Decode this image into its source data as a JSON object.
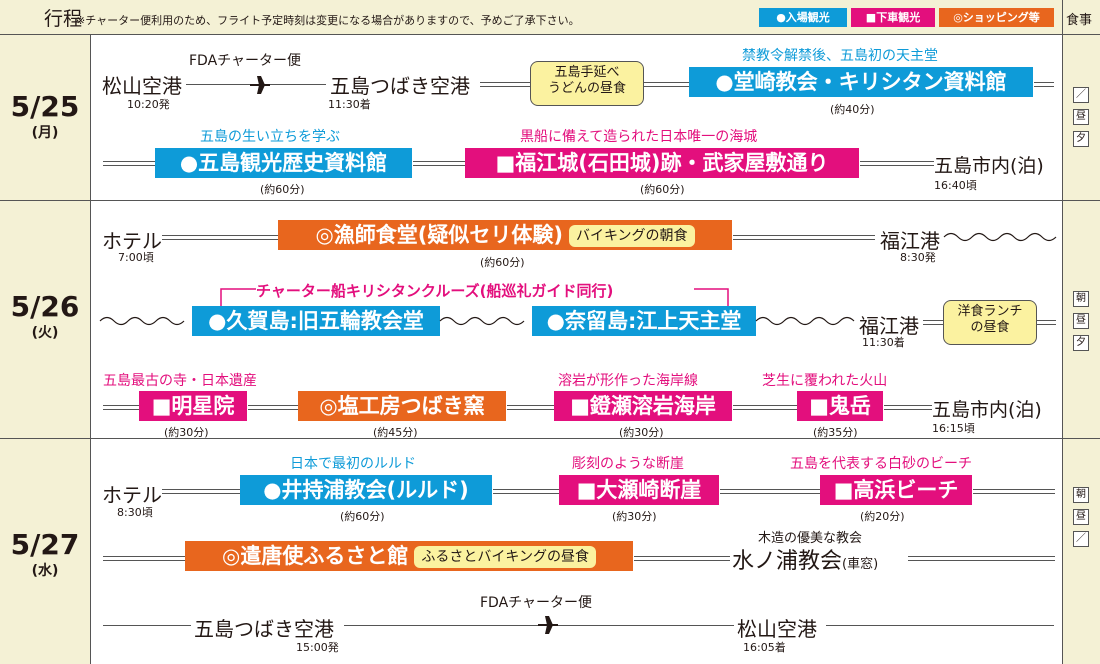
{
  "header": {
    "title": "行程",
    "note": "※チャーター便利用のため、フライト予定時刻は変更になる場合がありますので、予めご了承下さい。",
    "legend": [
      "●入場観光",
      "■下車観光",
      "◎ショッピング等"
    ],
    "meal_label": "食事"
  },
  "colors": {
    "entry": "#0e9bd8",
    "drive_by": "#e30f7d",
    "shopping": "#e8661e",
    "pill": "#fbf2a0",
    "panel": "#f4f1d5"
  },
  "days": [
    {
      "date": "5/25",
      "weekday": "(月)",
      "meals": [
        "／",
        "昼",
        "夕"
      ],
      "rows": [
        {
          "from": "松山空港",
          "from_time": "10:20発",
          "transport": "FDAチャーター便",
          "to": "五島つばき空港",
          "to_time": "11:30着",
          "lunch": "五島手延べ\nうどんの昼食",
          "caption": "禁教令解禁後、五島初の天主堂",
          "spot": "●堂崎教会・キリシタン資料館",
          "duration": "(約40分)"
        },
        {
          "caption1": "五島の生い立ちを学ぶ",
          "spot1": "●五島観光歴史資料館",
          "duration1": "(約60分)",
          "caption2": "黒船に備えて造られた日本唯一の海城",
          "spot2": "■福江城(石田城)跡・武家屋敷通り",
          "duration2": "(約60分)",
          "end": "五島市内(泊)",
          "end_time": "16:40頃"
        }
      ]
    },
    {
      "date": "5/26",
      "weekday": "(火)",
      "meals": [
        "朝",
        "昼",
        "夕"
      ],
      "rows": [
        {
          "from": "ホテル",
          "from_time": "7:00頃",
          "spot": "◎漁師食堂(疑似セリ体験)",
          "spot_pill": "バイキングの朝食",
          "duration": "(約60分)",
          "to": "福江港",
          "to_time": "8:30発"
        },
        {
          "cruise": "チャーター船キリシタンクルーズ(船巡礼ガイド同行)",
          "spot1": "●久賀島:旧五輪教会堂",
          "spot2": "●奈留島:江上天主堂",
          "to": "福江港",
          "to_time": "11:30着",
          "lunch": "洋食ランチ\nの昼食"
        },
        {
          "caption1": "五島最古の寺・日本遺産",
          "spot1": "■明星院",
          "duration1": "(約30分)",
          "spot2": "◎塩工房つばき窯",
          "duration2": "(約45分)",
          "caption3": "溶岩が形作った海岸線",
          "spot3": "■鐙瀬溶岩海岸",
          "duration3": "(約30分)",
          "caption4": "芝生に覆われた火山",
          "spot4": "■鬼岳",
          "duration4": "(約35分)",
          "end": "五島市内(泊)",
          "end_time": "16:15頃"
        }
      ]
    },
    {
      "date": "5/27",
      "weekday": "(水)",
      "meals": [
        "朝",
        "昼",
        "／"
      ],
      "rows": [
        {
          "from": "ホテル",
          "from_time": "8:30頃",
          "caption1": "日本で最初のルルド",
          "spot1": "●井持浦教会(ルルド)",
          "duration1": "(約60分)",
          "caption2": "彫刻のような断崖",
          "spot2": "■大瀬崎断崖",
          "duration2": "(約30分)",
          "caption3": "五島を代表する白砂のビーチ",
          "spot3": "■高浜ビーチ",
          "duration3": "(約20分)"
        },
        {
          "spot": "◎遣唐使ふるさと館",
          "spot_pill": "ふるさとバイキングの昼食",
          "caption": "木造の優美な教会",
          "place": "水ノ浦教会",
          "place_note": "(車窓)"
        },
        {
          "from": "五島つばき空港",
          "from_time": "15:00発",
          "transport": "FDAチャーター便",
          "to": "松山空港",
          "to_time": "16:05着"
        }
      ]
    }
  ]
}
